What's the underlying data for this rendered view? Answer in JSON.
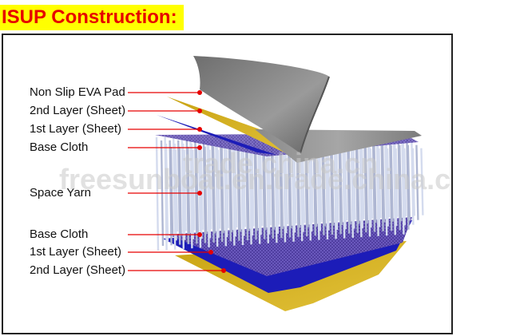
{
  "title": "ISUP Construction:",
  "labels": {
    "top_pad": "Non Slip EVA Pad",
    "top_layer2": "2nd Layer (Sheet)",
    "top_layer1": "1st  Layer (Sheet)",
    "top_cloth": "Base Cloth",
    "yarn": "Space Yarn",
    "bottom_cloth": "Base Cloth",
    "bottom_layer1": "1st  Layer (Sheet)",
    "bottom_layer2": "2nd Layer (Sheet)"
  },
  "watermark": {
    "line1": "trade.china.cn",
    "line2": "freesunboat.en.trade.china.cn"
  },
  "colors": {
    "title_bg": "#ffff00",
    "title_text": "#e60000",
    "leader": "#e60000",
    "eva": "#7a7a7a",
    "sheet_yellow": "#d9b21e",
    "sheet_blue": "#1a1ab0",
    "cloth": "#5a3aa0",
    "yarn": "#c8d0e8"
  }
}
